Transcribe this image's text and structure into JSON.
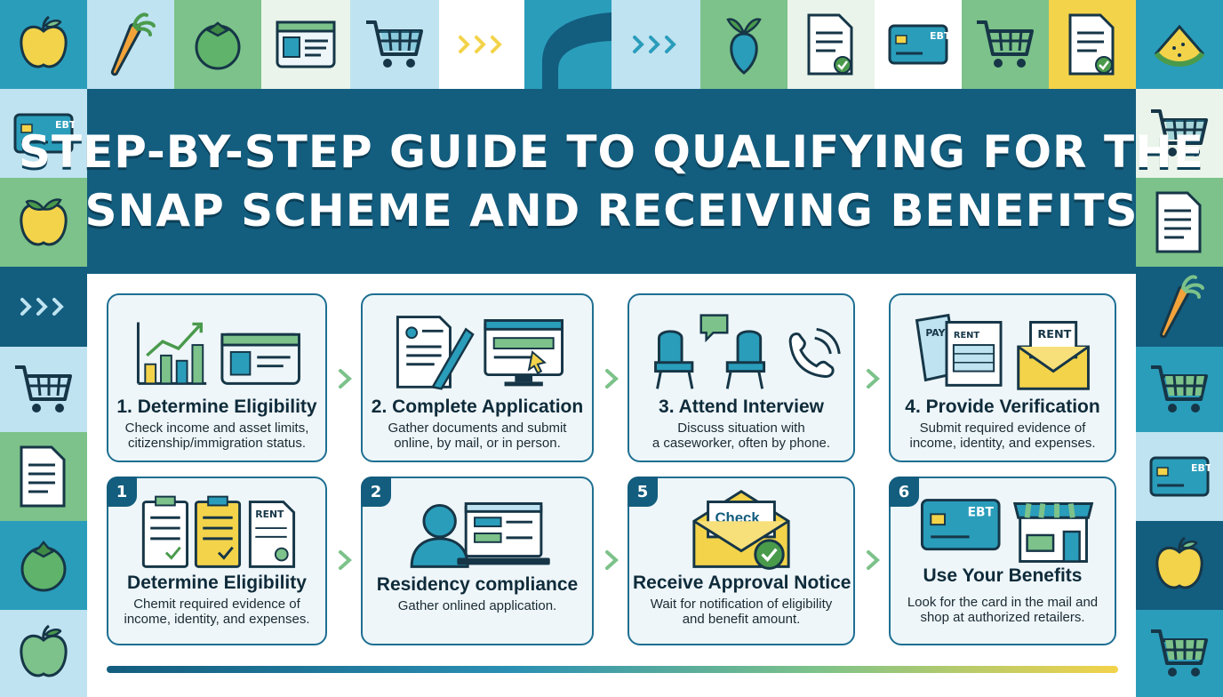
{
  "title": {
    "line1": "STEP-BY-STEP GUIDE TO QUALIFYING FOR THE",
    "line2": "SNAP SCHEME AND RECEIVING BENEFITS"
  },
  "decor": {
    "ebt_label": "EBT",
    "pay_label": "PAY",
    "rent_label": "RENT",
    "check_label": "Check"
  },
  "steps_top": [
    {
      "title": "1. Determine Eligibility",
      "desc_line1": "Check income and asset limits,",
      "desc_line2": "citizenship/immigration status."
    },
    {
      "title": "2. Complete Application",
      "desc_line1": "Gather documents and submit",
      "desc_line2": "online, by mail, or in person."
    },
    {
      "title": "3. Attend Interview",
      "desc_line1": "Discuss situation with",
      "desc_line2": "a caseworker, often by phone."
    },
    {
      "title": "4. Provide Verification",
      "desc_line1": "Submit required evidence of",
      "desc_line2": "income, identity, and expenses."
    }
  ],
  "steps_bottom": [
    {
      "badge": "1",
      "title": "Determine Eligibility",
      "desc_line1": "Chemit required evidence of",
      "desc_line2": "income, identity, and expenses."
    },
    {
      "badge": "2",
      "title": "Residency compliance",
      "desc_line1": "Gather onlined application.",
      "desc_line2": ""
    },
    {
      "badge": "5",
      "title": "Receive Approval Notice",
      "desc_line1": "Wait for notification of eligibility",
      "desc_line2": "and benefit amount."
    },
    {
      "badge": "6",
      "title": "Use Your Benefits",
      "desc_line1": "Look for the card in the mail and",
      "desc_line2": "shop at authorized retailers."
    }
  ],
  "colors": {
    "navy": "#135d7e",
    "teal": "#2a9dbb",
    "green": "#7cc28a",
    "yellow": "#f3d34a",
    "light_blue": "#bfe3f1",
    "card_bg": "#eef6f9"
  },
  "icons": [
    "apple-icon",
    "carrot-icon",
    "tomato-icon",
    "id-card-icon",
    "cart-icon",
    "chevrons-icon",
    "beet-icon",
    "document-check-icon",
    "ebt-card-icon",
    "watermelon-icon",
    "bar-chart-icon",
    "application-form-icon",
    "monitor-icon",
    "chairs-icon",
    "phone-icon",
    "envelope-icon",
    "clipboard-icon",
    "store-icon"
  ]
}
